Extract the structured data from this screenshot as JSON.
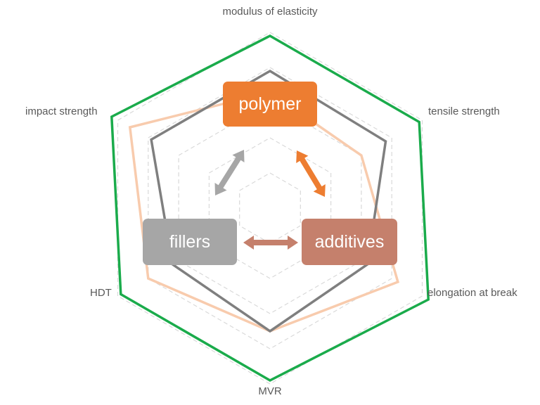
{
  "chart_data": {
    "type": "radar",
    "axes": [
      "modulus of elasticity",
      "tensile strength",
      "elongation at break",
      "MVR",
      "HDT",
      "impact strength"
    ],
    "grid_levels": 5,
    "series": [
      {
        "color": "#1aab4b",
        "values": [
          0.98,
          0.98,
          1.04,
          0.98,
          0.98,
          1.04
        ]
      },
      {
        "color": "#7f7f7f",
        "values": [
          0.78,
          0.76,
          0.64,
          0.7,
          0.64,
          0.78
        ]
      },
      {
        "color": "#f8cbad",
        "values": [
          0.66,
          0.6,
          0.84,
          0.7,
          0.8,
          0.92
        ]
      }
    ]
  },
  "boxes": {
    "polymer": {
      "label": "polymer",
      "color": "#ed7d31"
    },
    "additives": {
      "label": "additives",
      "color": "#c5806c"
    },
    "fillers": {
      "label": "fillers",
      "color": "#a6a6a6"
    }
  },
  "arrow_colors": {
    "polymer_additives": "#ed7d31",
    "additives_fillers": "#c5806c",
    "fillers_polymer": "#a6a6a6"
  }
}
